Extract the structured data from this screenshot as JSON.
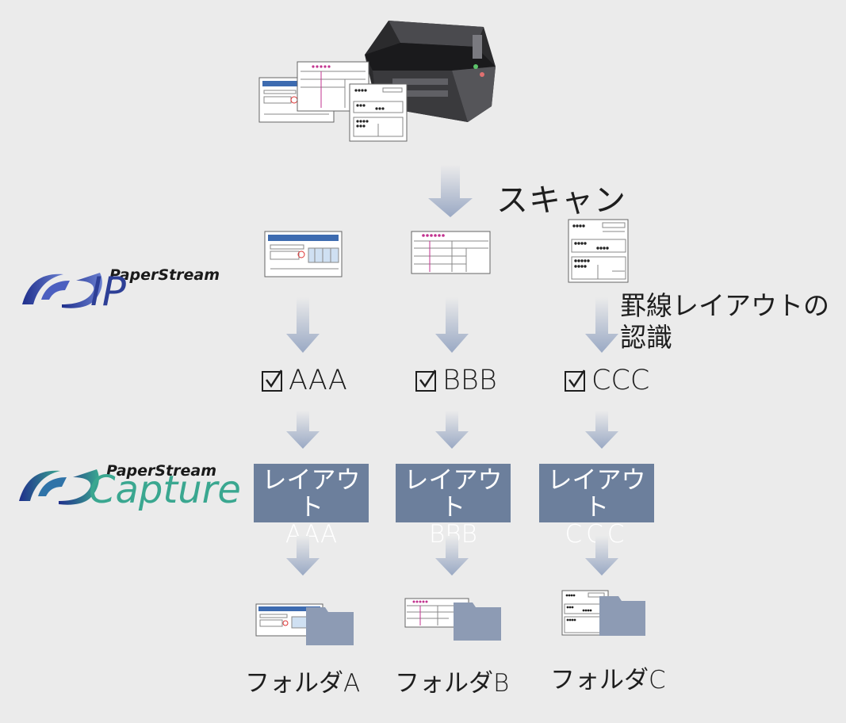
{
  "steps": {
    "scan": "スキャン",
    "recognition": "罫線レイアウトの\n認識"
  },
  "logos": {
    "ip_name": "PaperStream",
    "ip_product": "IP",
    "capture_name": "PaperStream",
    "capture_product": "Capture"
  },
  "columns": [
    {
      "check": "AAA",
      "layout_line1": "レイアウト",
      "layout_line2": "AAA",
      "folder": "フォルダA"
    },
    {
      "check": "BBB",
      "layout_line1": "レイアウト",
      "layout_line2": "BBB",
      "folder": "フォルダB"
    },
    {
      "check": "CCC",
      "layout_line1": "レイアウト",
      "layout_line2": "CCC",
      "folder": "フォルダC"
    }
  ],
  "colors": {
    "background": "#ebebeb",
    "arrow": "#9aa9c4",
    "layout_box": "#6c7f9c",
    "folder": "#8d9bb4",
    "form_blue": "#3d6bb0",
    "form_magenta": "#c2338f",
    "ip_logo": "#2d3f96",
    "capture_logo": "#3aa790"
  }
}
